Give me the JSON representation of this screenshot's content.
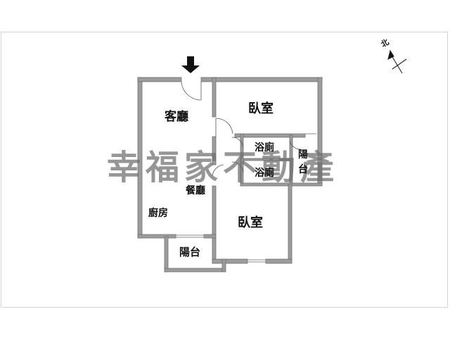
{
  "floorplan": {
    "title_watermark": "幸福家不動產",
    "compass_label": "北",
    "rooms": [
      {
        "id": "living-room",
        "label": "客廳"
      },
      {
        "id": "bedroom-1",
        "label": "臥室"
      },
      {
        "id": "bathroom-1",
        "label": "浴廁"
      },
      {
        "id": "bathroom-2",
        "label": "浴廁"
      },
      {
        "id": "balcony-east",
        "label": "陽台"
      },
      {
        "id": "dining-room",
        "label": "餐廳"
      },
      {
        "id": "kitchen",
        "label": "廚房"
      },
      {
        "id": "bedroom-2",
        "label": "臥室"
      },
      {
        "id": "balcony-south",
        "label": "陽台"
      }
    ],
    "colors": {
      "wall": "#9a9a9a",
      "wall_edge": "#6e6e6e",
      "text": "#111111",
      "watermark": "#6e6e6e",
      "frame": "#d4d4d4"
    }
  }
}
